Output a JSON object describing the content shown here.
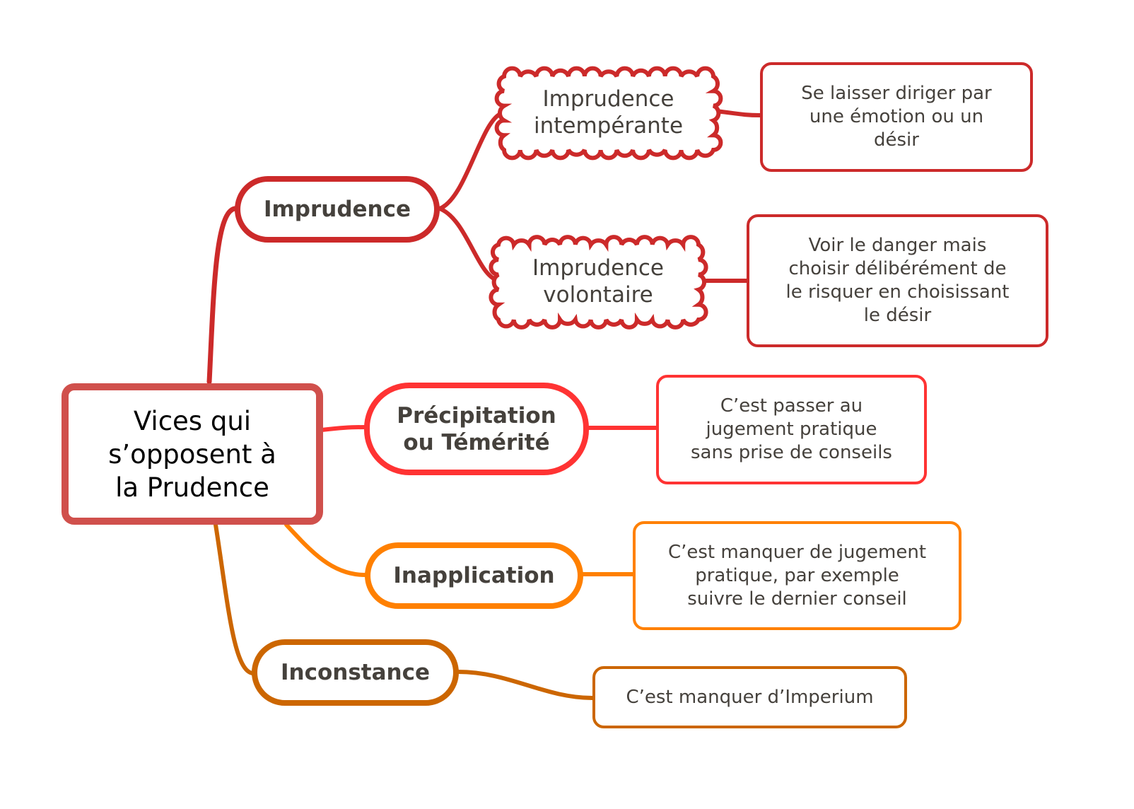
{
  "colors": {
    "central": "#D0504C",
    "imprudence": "#CC2A2A",
    "precipitation": "#FF3333",
    "inapplication": "#FF8000",
    "inconstance": "#CC6600",
    "text": "#45413C"
  },
  "central": {
    "label": "Vices qui\ns’opposent à\nla Prudence"
  },
  "branches": {
    "imprudence": {
      "label": "Imprudence",
      "subs": [
        {
          "label": "Imprudence\nintempérante",
          "note": "Se laisser diriger par\nune émotion ou un\ndésir"
        },
        {
          "label": "Imprudence\nvolontaire",
          "note": "Voir le danger mais\nchoisir délibérément de\nle risquer en choisissant\nle désir"
        }
      ]
    },
    "precipitation": {
      "label": "Précipitation\nou Témérité",
      "note": "C’est passer au\njugement pratique\nsans prise de conseils"
    },
    "inapplication": {
      "label": "Inapplication",
      "note": "C’est manquer de jugement\npratique, par exemple\nsuivre le dernier conseil"
    },
    "inconstance": {
      "label": "Inconstance",
      "note": "C’est manquer d’Imperium"
    }
  }
}
